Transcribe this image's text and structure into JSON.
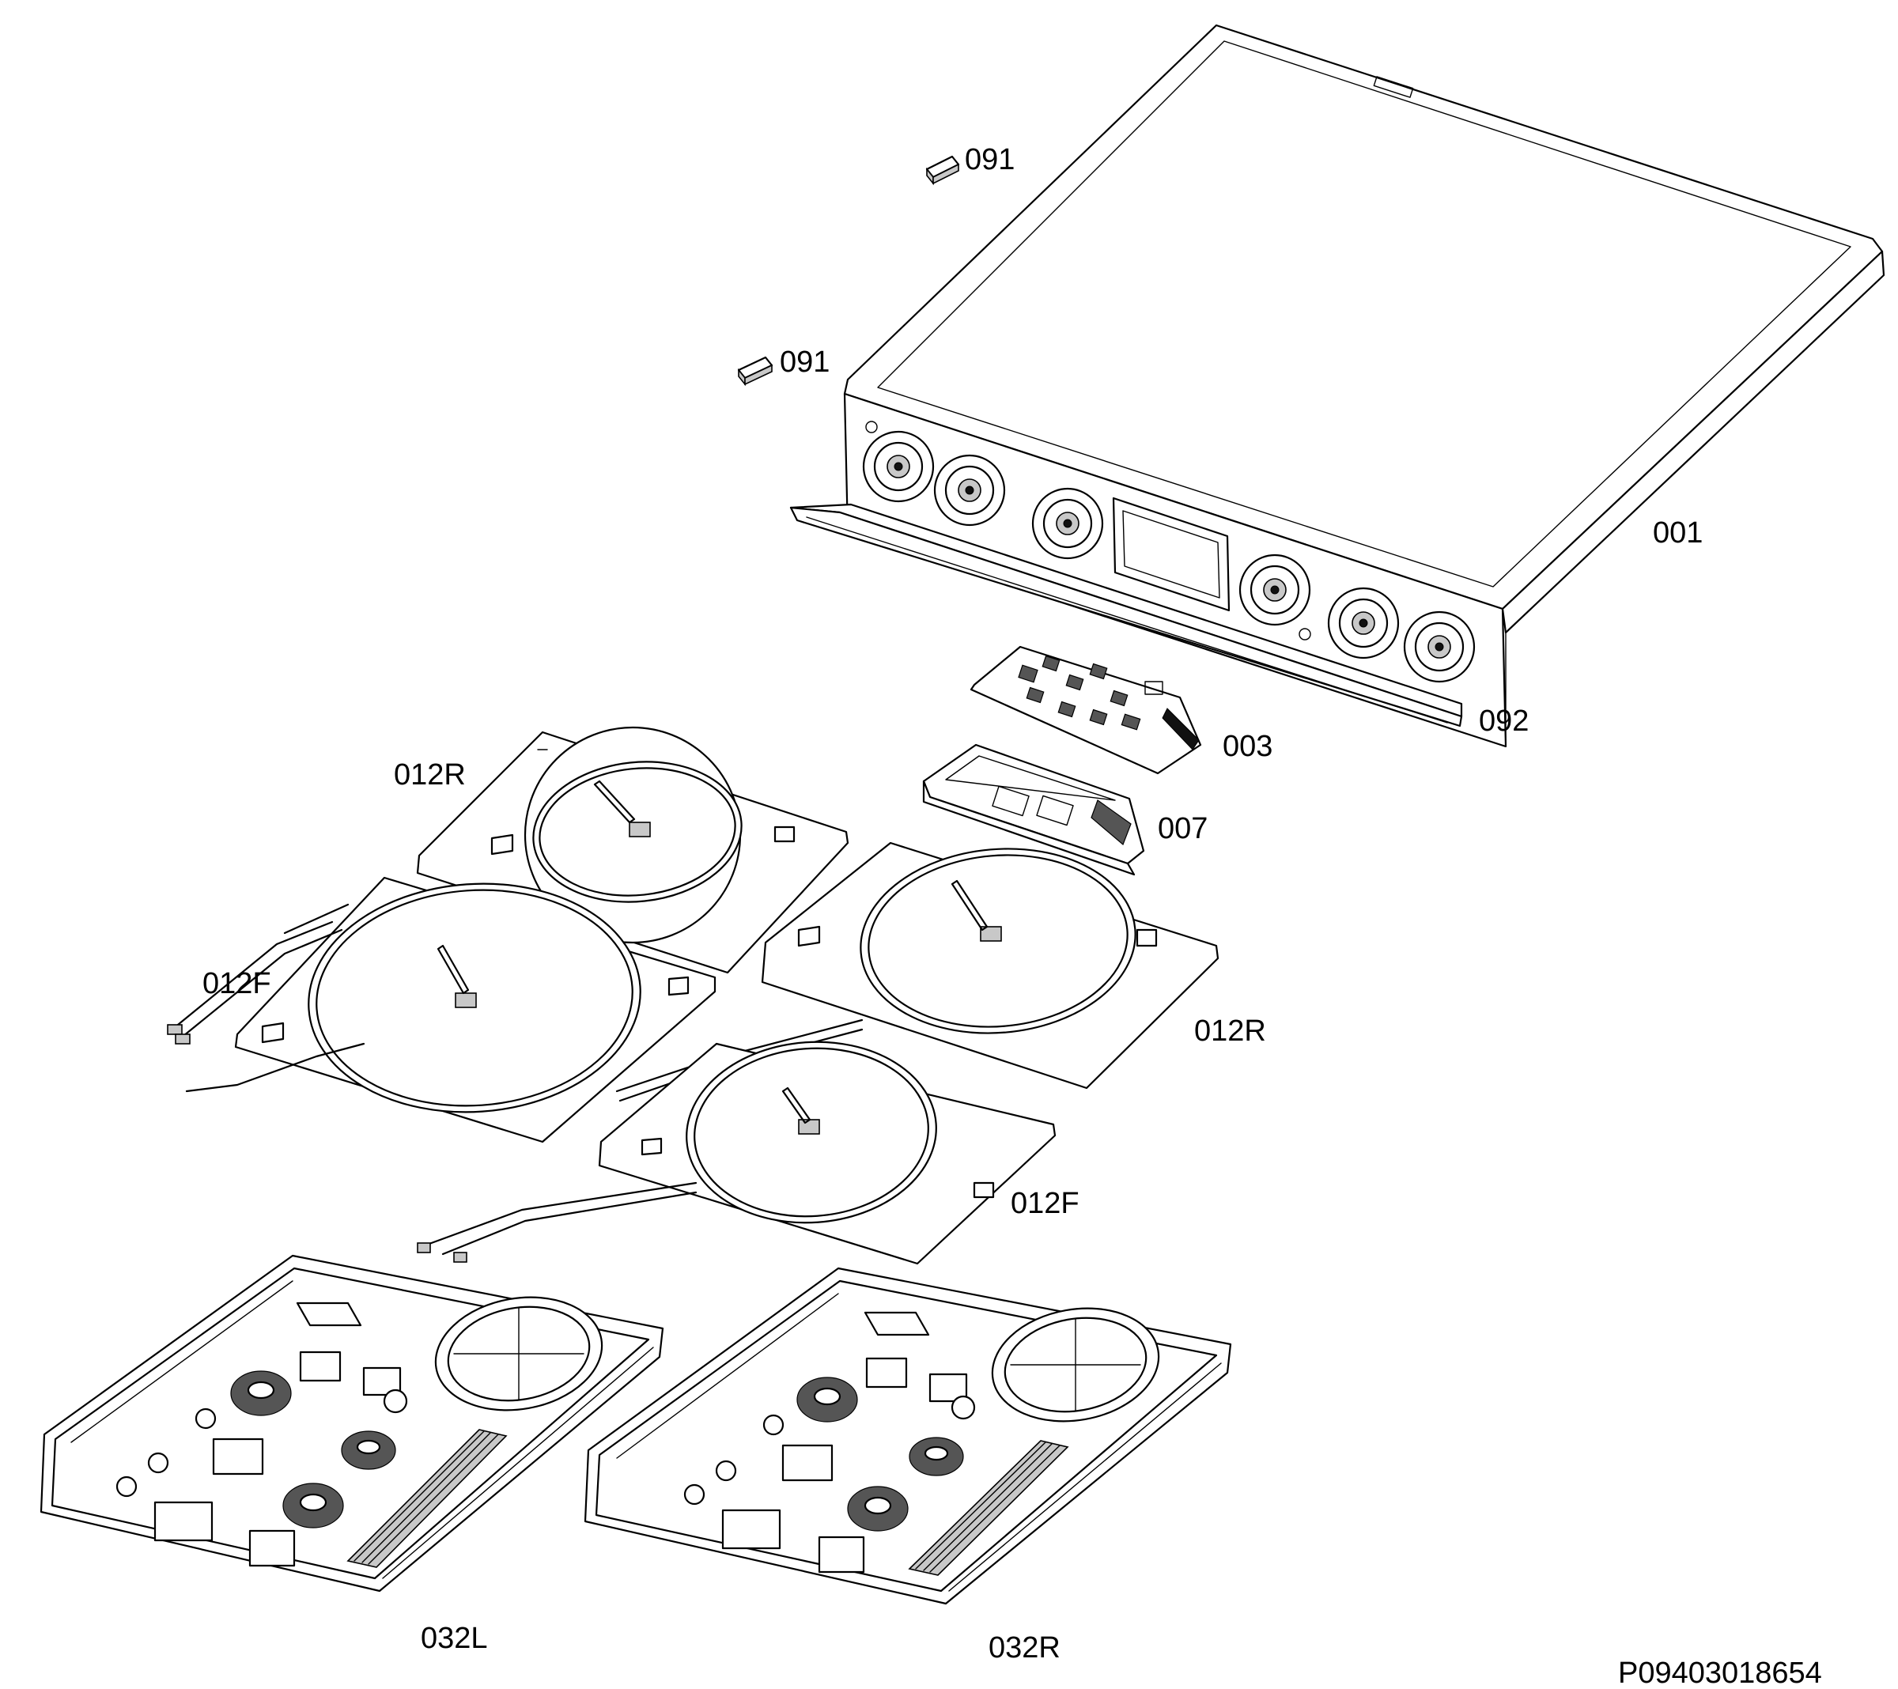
{
  "parts": {
    "label_091_a": "091",
    "label_091_b": "091",
    "label_001": "001",
    "label_092": "092",
    "label_003": "003",
    "label_007": "007",
    "label_012R_a": "012R",
    "label_012F_a": "012F",
    "label_012R_b": "012R",
    "label_012F_b": "012F",
    "label_032L": "032L",
    "label_032R": "032R"
  },
  "drawing_number": "P09403018654"
}
